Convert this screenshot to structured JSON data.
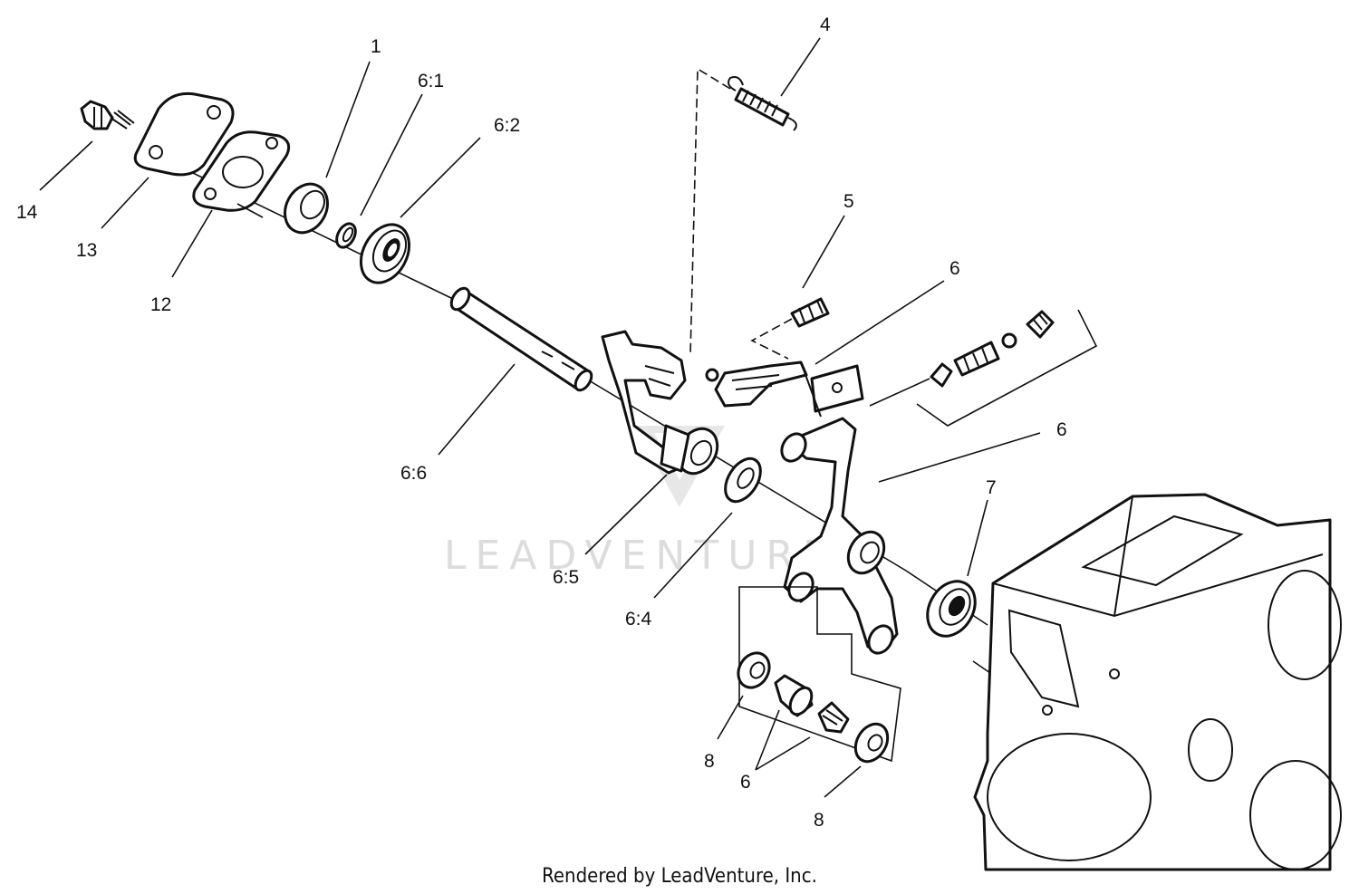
{
  "callouts": {
    "c1": "1",
    "c6_1": "6:1",
    "c6_2": "6:2",
    "c4": "4",
    "c14": "14",
    "c13": "13",
    "c12": "12",
    "c5": "5",
    "c6_top": "6",
    "c6_6": "6:6",
    "c6_right": "6",
    "c7": "7",
    "c6_5": "6:5",
    "c6_4": "6:4",
    "c8_left": "8",
    "c6_bottom": "6",
    "c8_right": "8"
  },
  "watermark": "LEADVENTURE",
  "footer": "Rendered by LeadVenture, Inc."
}
